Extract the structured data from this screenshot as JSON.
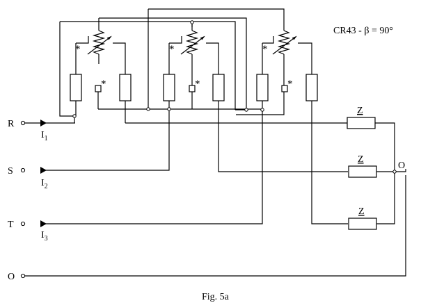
{
  "title": "CR43 - β = 90°",
  "caption": "Fig. 5a",
  "phases": [
    {
      "name": "R",
      "current_label": "I",
      "current_index": "1"
    },
    {
      "name": "S",
      "current_label": "I",
      "current_index": "2"
    },
    {
      "name": "T",
      "current_label": "I",
      "current_index": "3"
    }
  ],
  "neutral_left": "O",
  "neutral_right": "O",
  "load_label": "Z",
  "polarity_mark": "*"
}
